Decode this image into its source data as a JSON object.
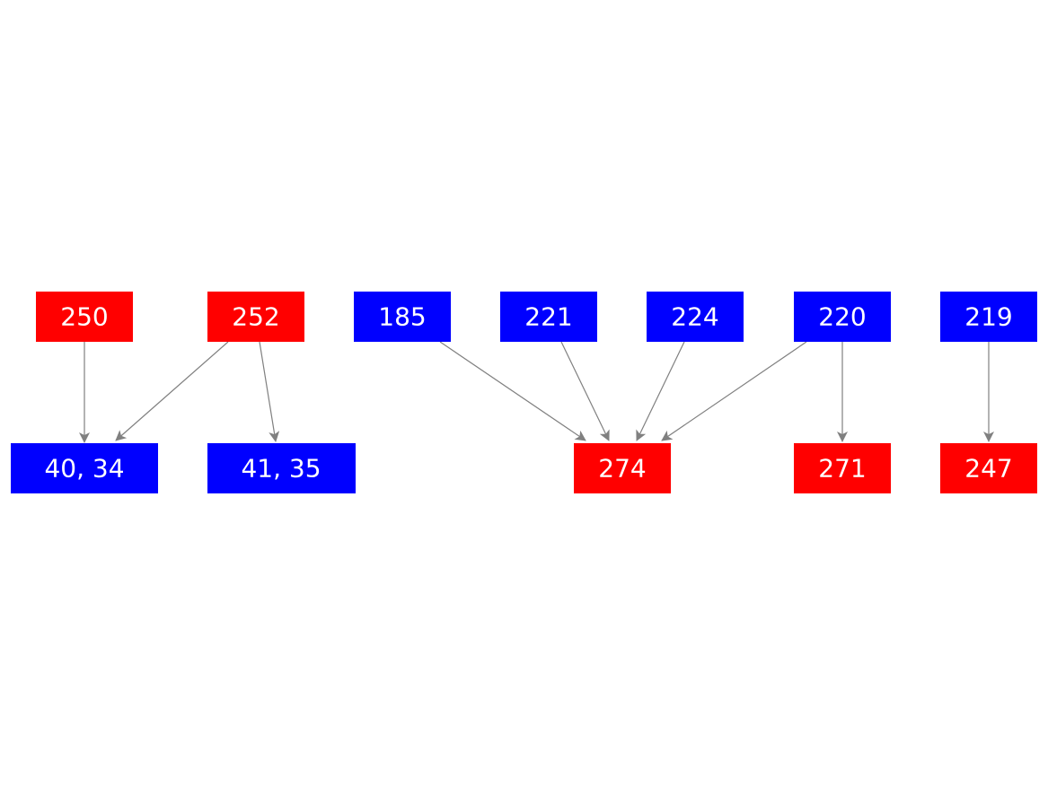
{
  "colors": {
    "red": "#ff0000",
    "blue": "#0000ff",
    "edge": "#808080",
    "text": "#ffffff"
  },
  "nodes": {
    "n250": {
      "label": "250",
      "color": "red"
    },
    "n252": {
      "label": "252",
      "color": "red"
    },
    "n185": {
      "label": "185",
      "color": "blue"
    },
    "n221": {
      "label": "221",
      "color": "blue"
    },
    "n224": {
      "label": "224",
      "color": "blue"
    },
    "n220": {
      "label": "220",
      "color": "blue"
    },
    "n219": {
      "label": "219",
      "color": "blue"
    },
    "n40_34": {
      "label": "40, 34",
      "color": "blue"
    },
    "n41_35": {
      "label": "41, 35",
      "color": "blue"
    },
    "n274": {
      "label": "274",
      "color": "red"
    },
    "n271": {
      "label": "271",
      "color": "red"
    },
    "n247": {
      "label": "247",
      "color": "red"
    }
  },
  "edges": [
    {
      "from": "n250",
      "to": "n40_34"
    },
    {
      "from": "n252",
      "to": "n40_34"
    },
    {
      "from": "n252",
      "to": "n41_35"
    },
    {
      "from": "n185",
      "to": "n274"
    },
    {
      "from": "n221",
      "to": "n274"
    },
    {
      "from": "n224",
      "to": "n274"
    },
    {
      "from": "n220",
      "to": "n274"
    },
    {
      "from": "n220",
      "to": "n271"
    },
    {
      "from": "n219",
      "to": "n247"
    }
  ]
}
